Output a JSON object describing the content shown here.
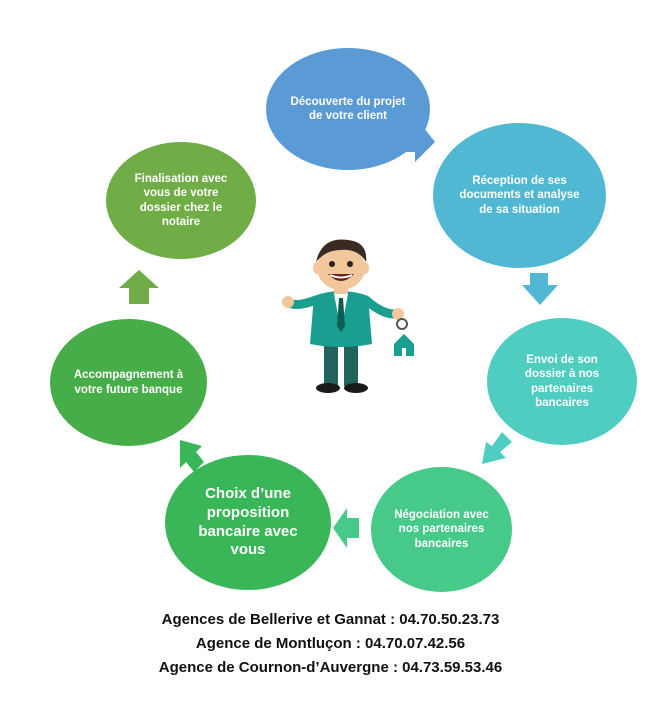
{
  "steps": [
    {
      "text": "Découverte du projet de votre client",
      "color": "#5b9bd5"
    },
    {
      "text": "Réception de ses documents et analyse de sa situation",
      "color": "#51b8d3"
    },
    {
      "text": "Envoi de son dossier à nos partenaires bancaires",
      "color": "#4ecdc0"
    },
    {
      "text": "Négociation avec nos partenaires bancaires",
      "color": "#47c98a"
    },
    {
      "text": "Choix d’une proposition bancaire avec vous",
      "color": "#39b657"
    },
    {
      "text": "Accompagnement à votre future banque",
      "color": "#46ad48"
    },
    {
      "text": "Finalisation avec vous de votre dossier chez le notaire",
      "color": "#70ad47"
    }
  ],
  "footer": {
    "line1": "Agences de Bellerive et Gannat : 04.70.50.23.73",
    "line2": "Agence de Montluçon : 04.70.07.42.56",
    "line3": "Agence de Cournon-d’Auvergne : 04.73.59.53.46"
  },
  "icons": {
    "character": "businessman-holding-house-key-icon",
    "arrows": "cycle-arrow-icon"
  }
}
